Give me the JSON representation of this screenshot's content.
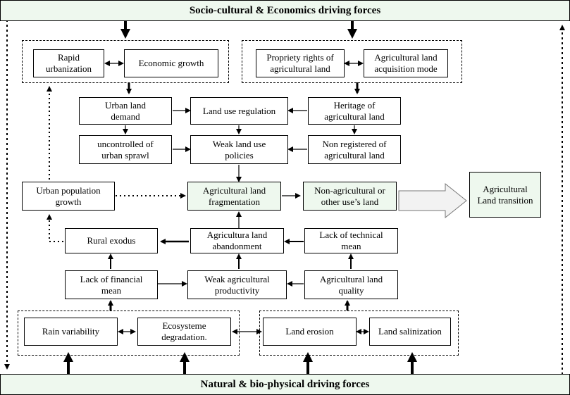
{
  "top_banner": {
    "label": "Socio-cultural & Economics driving forces"
  },
  "bottom_banner": {
    "label": "Natural & bio-physical driving forces"
  },
  "nodes": {
    "rapid_urbanization": "Rapid\nurbanization",
    "economic_growth": "Economic growth",
    "propriety_rights": "Propriety rights of\nagricultural land",
    "acquisition_mode": "Agricultural land\nacquisition mode",
    "urban_land_demand": "Urban land\ndemand",
    "land_use_regulation": "Land use regulation",
    "heritage": "Heritage of\nagricultural land",
    "urban_sprawl": "uncontrolled of\nurban sprawl",
    "weak_policies": "Weak land use\npolicies",
    "non_registered": "Non registered of\nagricultural land",
    "urban_population": "Urban population\ngrowth",
    "fragmentation": "Agricultural land\nfragmentation",
    "non_agricultural": "Non-agricultural  or\nother use’s land",
    "land_transition": "Agricultural\nLand transition",
    "rural_exodus": "Rural exodus",
    "abandonment": "Agricultura land\nabandonment",
    "technical_mean": "Lack of technical\nmean",
    "financial_mean": "Lack of financial\nmean",
    "weak_productivity": "Weak agricultural\nproductivity",
    "land_quality": "Agricultural land\nquality",
    "rain_variability": "Rain variability",
    "ecosysteme": "Ecosysteme\ndegradation.",
    "land_erosion": "Land erosion",
    "land_salinization": "Land salinization"
  },
  "colors": {
    "green_fill": "#eef8ee",
    "arrow_gray": "#f2f2f2"
  }
}
